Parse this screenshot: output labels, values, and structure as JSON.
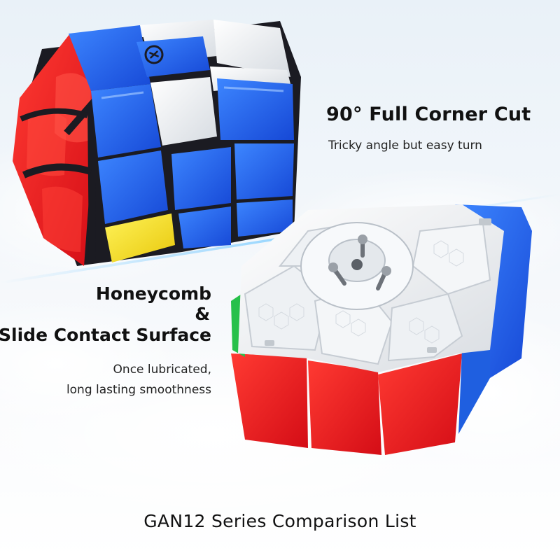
{
  "feature1": {
    "title": "90° Full Corner Cut",
    "description": "Tricky angle but easy turn"
  },
  "feature2": {
    "title_line1": "Honeycomb",
    "ampersand": "&",
    "title_line2": "Slide Contact Surface",
    "description_line1": "Once lubricated,",
    "description_line2": "long lasting smoothness"
  },
  "footer": {
    "title": "GAN12 Series Comparison List"
  },
  "colors": {
    "red": "#e8141c",
    "blue": "#1f63e8",
    "white_tile": "#eef0f2",
    "yellow": "#f7e21a",
    "green": "#27c04a",
    "orange": "#f5842a",
    "accent_line": "#7fc8f2"
  }
}
